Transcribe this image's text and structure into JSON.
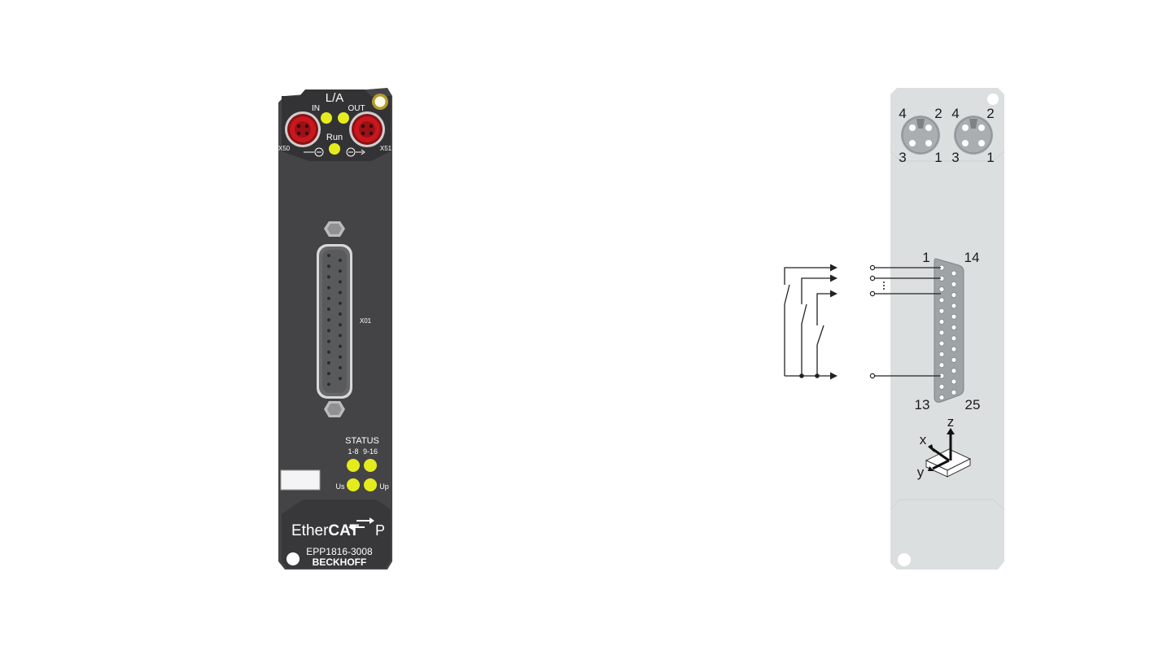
{
  "device": {
    "header_label": "L/A",
    "in_label": "IN",
    "out_label": "OUT",
    "run_label": "Run",
    "x50_label": "X50",
    "x51_label": "X51",
    "x01_label": "X01",
    "status_label": "STATUS",
    "status_range_1": "1-8",
    "status_range_2": "9-16",
    "us_label": "Us",
    "up_label": "Up",
    "brand_ether": "Ether",
    "brand_cat": "CAT",
    "brand_p": "P",
    "model": "EPP1816-3008",
    "manufacturer": "BECKHOFF",
    "colors": {
      "body": "#444446",
      "led": "#e4ec1e",
      "connector_red": "#c8171d",
      "label_strip": "#f4f4f4"
    }
  },
  "pinout": {
    "m8_pin_4_left": "4",
    "m8_pin_2_left": "2",
    "m8_pin_3_left": "3",
    "m8_pin_1_left": "1",
    "m8_pin_4_right": "4",
    "m8_pin_2_right": "2",
    "m8_pin_3_right": "3",
    "m8_pin_1_right": "1",
    "dsub_pin_1": "1",
    "dsub_pin_14": "14",
    "dsub_pin_13": "13",
    "dsub_pin_25": "25",
    "axis_x": "x",
    "axis_y": "y",
    "axis_z": "z",
    "colors": {
      "panel": "#dcdfe0",
      "pin_body": "#9ea3a6"
    }
  }
}
